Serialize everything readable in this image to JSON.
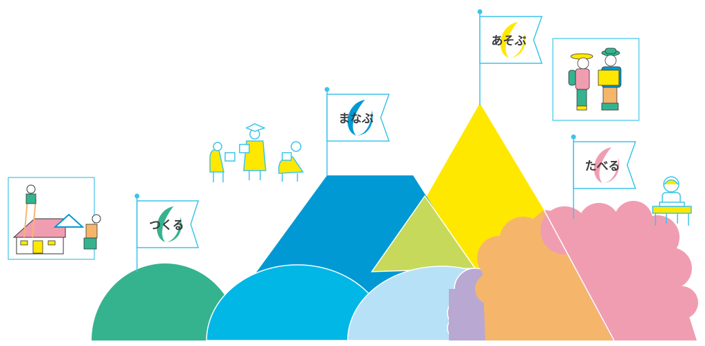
{
  "colors": {
    "line": "#3cc3ea",
    "tsukuru": "#35b38f",
    "manabu": "#0099d4",
    "asobu": "#ffe800",
    "taberu": "#f09db2",
    "orange": "#f5b66c",
    "purple": "#b9a8d2",
    "lime": "#c6d95b",
    "cyan": "#00b7e6",
    "lightblue": "#b7e1f6"
  },
  "flags": [
    {
      "id": "tsukuru",
      "label": "つくる"
    },
    {
      "id": "manabu",
      "label": "まなぶ"
    },
    {
      "id": "asobu",
      "label": "あそぶ"
    },
    {
      "id": "taberu",
      "label": "たべる"
    }
  ]
}
